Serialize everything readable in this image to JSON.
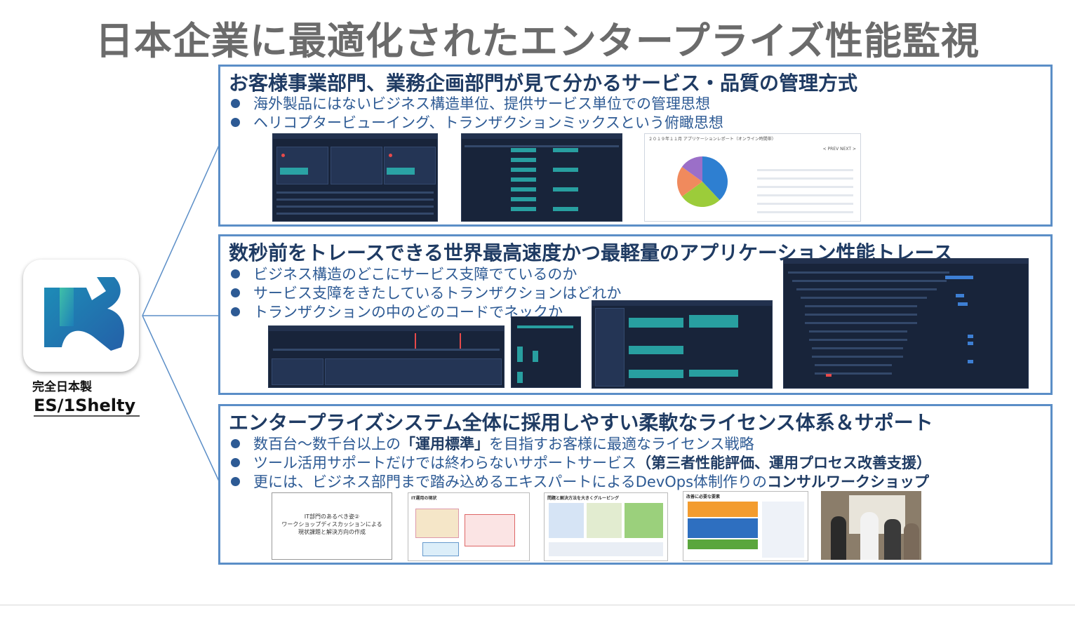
{
  "title": "日本企業に最適化されたエンタープライズ性能監視",
  "colors": {
    "accent": "#5b8ec7",
    "heading": "#1f3b63",
    "bullet": "#2d5a94",
    "title": "#6b6b6b"
  },
  "logo": {
    "icon": "shelty-logo-icon",
    "caption_top": "完全日本製",
    "caption_bottom": "ES/1Shelty"
  },
  "sections": [
    {
      "heading": "お客様事業部門、業務企画部門が見て分かるサービス・品質の管理方式",
      "bullets": [
        "海外製品にはないビジネス構造単位、提供サービス単位での管理思想",
        "ヘリコプタービューイング、トランザクションミックスという俯瞰思想"
      ],
      "report": {
        "header": "２０１９年１１月 アプリケーションレポート（オンライン時間帯）",
        "nav": "< PREV NEXT >",
        "pie_values": [
          38,
          27,
          20,
          15
        ],
        "pie_colors": [
          "#2e7fd1",
          "#9ccc3a",
          "#f08a5d",
          "#9b6fc8"
        ]
      }
    },
    {
      "heading": "数秒前をトレースできる世界最高速度かつ最軽量のアプリケーション性能トレース",
      "bullets": [
        "ビジネス構造のどこにサービス支障でているのか",
        "サービス支障をきたしているトランザクションはどれか",
        "トランザクションの中のどのコードでネックか"
      ]
    },
    {
      "heading": "エンタープライズシステム全体に採用しやすい柔軟なライセンス体系＆サポート",
      "bullets": [
        {
          "pre": "数百台～数千台以上の",
          "bold": "「運用標準」",
          "post": "を目指すお客様に最適なライセンス戦略"
        },
        {
          "pre": "ツール活用サポートだけでは終わらないサポートサービス",
          "bold": "（第三者性能評価、運用プロセス改善支援）",
          "post": ""
        },
        {
          "pre": "更には、ビジネス部門まで踏み込めるエキスパートによるDevOps体制作りの",
          "bold": "コンサルワークショップ",
          "post": ""
        }
      ],
      "workshop_slide": {
        "line1": "IT部門のあるべき姿②",
        "line2": "ワークショップディスカッションによる",
        "line3": "現状課題と解決方向の作成"
      },
      "thumb_titles": [
        "IT運用の現状",
        "問題と解決方法を大きくグルーピング",
        "改善に必要な要素"
      ]
    }
  ]
}
